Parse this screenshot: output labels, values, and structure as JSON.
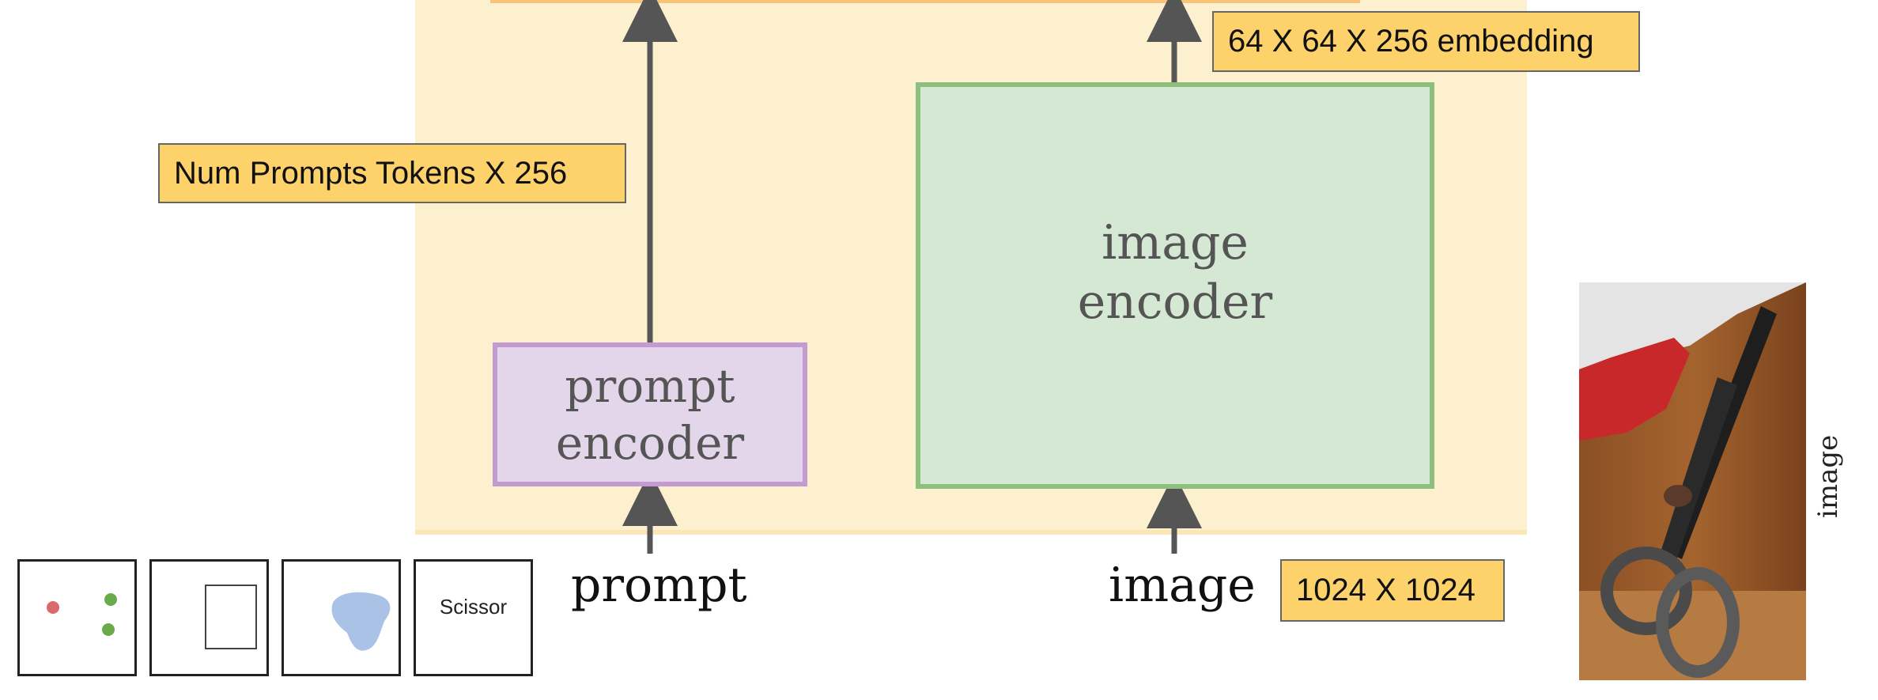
{
  "diagram": {
    "prompt_encoder": {
      "line1": "prompt",
      "line2": "encoder"
    },
    "image_encoder": {
      "line1": "image",
      "line2": "encoder"
    },
    "tags": {
      "tokens": "Num Prompts Tokens X 256",
      "embedding": "64 X 64 X 256 embedding",
      "resolution": "1024 X 1024"
    },
    "inputs": {
      "prompt": "prompt",
      "image": "image"
    },
    "prompt_examples": {
      "text_prompt": "Scissor"
    },
    "photo_label": "image",
    "colors": {
      "panel": "#fdf0cf",
      "prompt_encoder_fill": "#e3d6ea",
      "prompt_encoder_border": "#c39bd0",
      "image_encoder_fill": "#d5e8d4",
      "image_encoder_border": "#8fbf7f",
      "tag_fill": "#fdd26b",
      "arrow": "#555555",
      "point_negative": "#d96a6a",
      "point_positive": "#6aaa4a",
      "mask": "#a9c2e6"
    }
  }
}
